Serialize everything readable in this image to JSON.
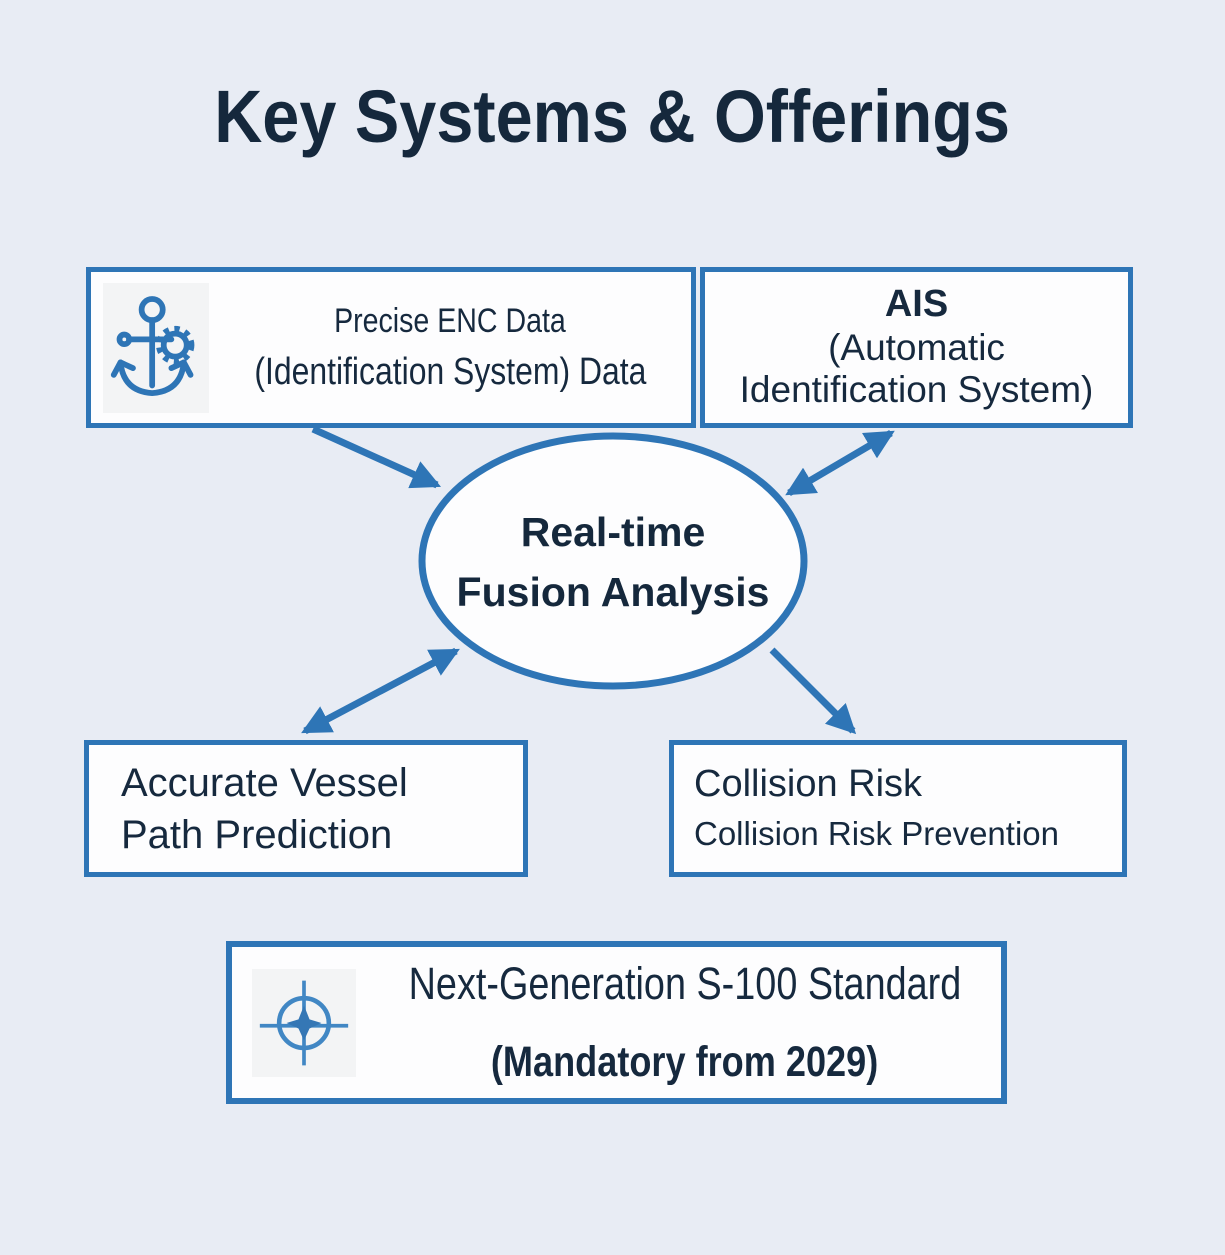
{
  "colors": {
    "background": "#e8ecf4",
    "accent_blue": "#2e75b6",
    "icon_blue": "#4187c4",
    "text_navy": "#15283c",
    "box_fill": "#fdfdfe"
  },
  "title": "Key Systems & Offerings",
  "boxes": {
    "enc": {
      "icon": "anchor-gear-icon",
      "line1": "Precise ENC Data",
      "line2": "(Identification System) Data"
    },
    "ais": {
      "line1": "AIS",
      "line2": "(Automatic",
      "line3": "Identification System)"
    },
    "path_prediction": {
      "line1": "Accurate Vessel",
      "line2": "Path Prediction"
    },
    "collision": {
      "line1": "Collision Risk",
      "line2": "Collision Risk Prevention"
    },
    "s100": {
      "icon": "compass-icon",
      "line1": "Next-Generation S-100 Standard",
      "line2": "(Mandatory from 2029)"
    }
  },
  "ellipse": {
    "line1": "Real-time",
    "line2": "Fusion Analysis"
  },
  "connectors": [
    {
      "from": "enc",
      "to": "fusion",
      "bidirectional": false
    },
    {
      "from": "ais",
      "to": "fusion",
      "bidirectional": true
    },
    {
      "from": "fusion",
      "to": "path_prediction",
      "bidirectional": true
    },
    {
      "from": "fusion",
      "to": "collision",
      "bidirectional": false
    }
  ]
}
